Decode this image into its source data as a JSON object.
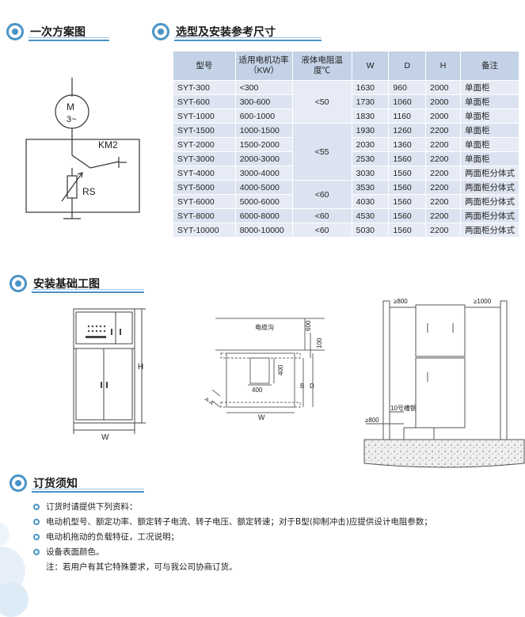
{
  "sections": {
    "circuit": "一次方案图",
    "spec": "选型及安装参考尺寸",
    "install": "安装基础工图",
    "order": "订货须知"
  },
  "circuit": {
    "motor_label": "M",
    "motor_sub": "3~",
    "km_label": "KM2",
    "rs_label": "RS"
  },
  "spec_table": {
    "headers": [
      "型号",
      "适用电机功率（KW）",
      "液体电阻温度℃",
      "W",
      "D",
      "H",
      "备注"
    ],
    "rows": [
      {
        "model": "SYT-300",
        "power": "<300",
        "temp": "",
        "w": "1630",
        "d": "960",
        "h": "2000",
        "note": "单面柜"
      },
      {
        "model": "SYT-600",
        "power": "300-600",
        "temp": "<50",
        "w": "1730",
        "d": "1060",
        "h": "2000",
        "note": "单面柜"
      },
      {
        "model": "SYT-1000",
        "power": "600-1000",
        "temp": "",
        "w": "1830",
        "d": "1160",
        "h": "2000",
        "note": "单面柜"
      },
      {
        "model": "SYT-1500",
        "power": "1000-1500",
        "temp": "",
        "w": "1930",
        "d": "1260",
        "h": "2200",
        "note": "单面柜"
      },
      {
        "model": "SYT-2000",
        "power": "1500-2000",
        "temp": "<55",
        "w": "2030",
        "d": "1360",
        "h": "2200",
        "note": "单面柜"
      },
      {
        "model": "SYT-3000",
        "power": "2000-3000",
        "temp": "",
        "w": "2530",
        "d": "1560",
        "h": "2200",
        "note": "单面柜"
      },
      {
        "model": "SYT-4000",
        "power": "3000-4000",
        "temp": "",
        "w": "3030",
        "d": "1560",
        "h": "2200",
        "note": "两面柜分体式"
      },
      {
        "model": "SYT-5000",
        "power": "4000-5000",
        "temp": "<60",
        "w": "3530",
        "d": "1560",
        "h": "2200",
        "note": "两面柜分体式"
      },
      {
        "model": "SYT-6000",
        "power": "5000-6000",
        "temp": "",
        "w": "4030",
        "d": "1560",
        "h": "2200",
        "note": "两面柜分体式"
      },
      {
        "model": "SYT-8000",
        "power": "6000-8000",
        "temp": "<60",
        "w": "4530",
        "d": "1560",
        "h": "2200",
        "note": "两面柜分体式"
      },
      {
        "model": "SYT-10000",
        "power": "8000-10000",
        "temp": "<60",
        "w": "5030",
        "d": "1560",
        "h": "2200",
        "note": "两面柜分体式"
      }
    ]
  },
  "drawing1": {
    "w_label": "W",
    "h_label": "H"
  },
  "drawing2": {
    "cable_trench": "电缆沟",
    "dim_600": "600",
    "dim_100": "100",
    "dim_400a": "400",
    "dim_400b": "400",
    "b_label": "B",
    "d_label": "D",
    "w_label": "W",
    "section_label": "A-A"
  },
  "drawing3": {
    "gap_left": "≥800",
    "gap_right": "≥1000",
    "gap_bottom": "≥800",
    "channel_label": "10号槽钢"
  },
  "order_notes": {
    "items": [
      "订货时请提供下列资料：",
      "电动机型号、额定功率、额定转子电流、转子电压、额定转速；对于B型(抑制冲击)应提供设计电阻参数；",
      "电动机拖动的负载特征，工况说明；",
      "设备表面颜色。"
    ],
    "note": "注：若用户有其它特殊要求，可与我公司协商订货。"
  }
}
